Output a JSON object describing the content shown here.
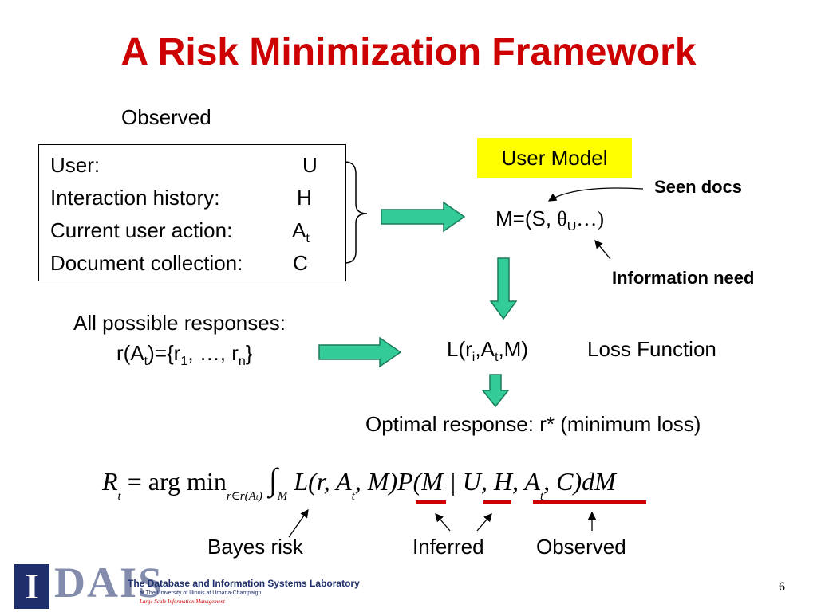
{
  "title": "A Risk Minimization Framework",
  "observed_label": "Observed",
  "observed_box": {
    "rows": [
      {
        "label": "User:",
        "value": "U"
      },
      {
        "label": "Interaction history:",
        "value": "H"
      },
      {
        "label": "Current user action:",
        "value": "A",
        "value_sub": "t"
      },
      {
        "label": "Document collection:",
        "value": "C"
      }
    ]
  },
  "user_model": {
    "label": "User Model",
    "model_prefix": "M=(S, ",
    "model_theta": "θ",
    "model_theta_sub": "U",
    "model_suffix": "…)",
    "seen_docs": "Seen docs",
    "information_need": "Information need"
  },
  "responses": {
    "line1": "All possible responses:",
    "line2_a": "r(A",
    "line2_a_sub": "t",
    "line2_b": ")={r",
    "line2_b_sub": "1",
    "line2_c": ", …, r",
    "line2_c_sub": "n",
    "line2_d": "}"
  },
  "loss": {
    "expr_a": "L(r",
    "expr_a_sub": "i",
    "expr_b": ",A",
    "expr_b_sub": "t",
    "expr_c": ",M)",
    "label": "Loss Function"
  },
  "optimal_response": "Optimal response: r* (minimum loss)",
  "formula": {
    "lhs": "R",
    "lhs_sub": "t",
    "eq": " = arg min",
    "min_sub": "r∈r(A",
    "min_sub_t": "t",
    "min_sub_end": ")",
    "integral": "∫",
    "integral_sub": "M",
    "body1": "L(r, A",
    "body1_sub": "t",
    "body2": ", M)P(M | U, H, A",
    "body2_sub": "t",
    "body3": ", C)dM"
  },
  "annotations": {
    "bayes_risk": "Bayes risk",
    "inferred": "Inferred",
    "observed": "Observed"
  },
  "footer": {
    "logo_letter": "I",
    "logo_name": "DAIS",
    "lab_name": "The Database and Information Systems Laboratory",
    "lab_sub1": "at The University of Illinois at Urbana-Champaign",
    "lab_sub2": "Large Scale Information Management",
    "page_number": "6"
  },
  "colors": {
    "title": "#cc0000",
    "arrow_fill": "#33cc99",
    "arrow_stroke": "#1a7a55",
    "highlight": "#ffff00",
    "underline": "#cc0000"
  }
}
